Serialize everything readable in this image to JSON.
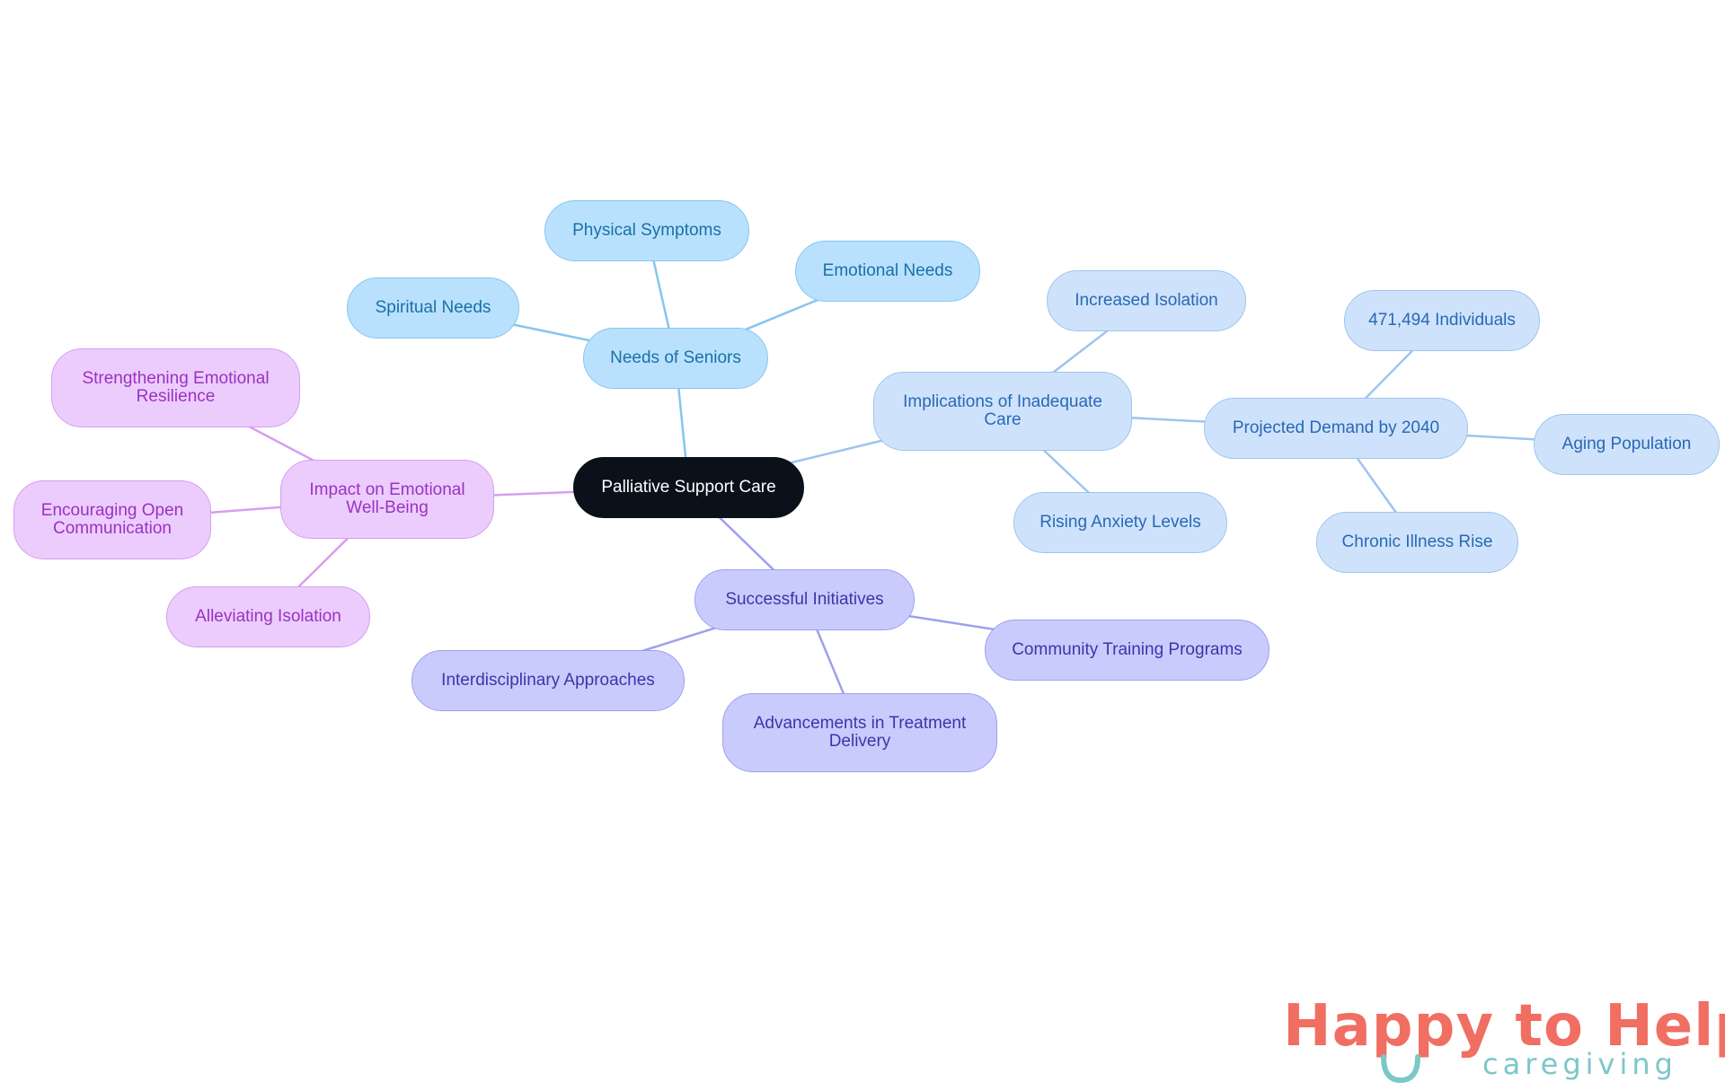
{
  "root": {
    "id": "root",
    "label": "Palliative Support Care"
  },
  "branches": [
    {
      "id": "needs",
      "label": "Needs of Seniors",
      "color": "#86c6ee",
      "children": [
        {
          "id": "physical",
          "label": "Physical Symptoms"
        },
        {
          "id": "emotional",
          "label": "Emotional Needs"
        },
        {
          "id": "spiritual",
          "label": "Spiritual Needs"
        }
      ]
    },
    {
      "id": "implications",
      "label": "Implications of Inadequate Care",
      "color": "#9ec4ee",
      "children": [
        {
          "id": "isolation",
          "label": "Increased Isolation"
        },
        {
          "id": "anxiety",
          "label": "Rising Anxiety Levels"
        },
        {
          "id": "demand",
          "label": "Projected Demand by 2040",
          "children": [
            {
              "id": "individuals",
              "label": "471,494 Individuals"
            },
            {
              "id": "aging",
              "label": "Aging Population"
            },
            {
              "id": "chronic",
              "label": "Chronic Illness Rise"
            }
          ]
        }
      ]
    },
    {
      "id": "initiatives",
      "label": "Successful Initiatives",
      "color": "#9da0ee",
      "children": [
        {
          "id": "community",
          "label": "Community Training Programs"
        },
        {
          "id": "advancements",
          "label": "Advancements in Treatment Delivery"
        },
        {
          "id": "interdisciplinary",
          "label": "Interdisciplinary Approaches"
        }
      ]
    },
    {
      "id": "impact",
      "label": "Impact on Emotional Well-Being",
      "color": "#d69ef0",
      "children": [
        {
          "id": "resilience",
          "label": "Strengthening Emotional Resilience"
        },
        {
          "id": "communication",
          "label": "Encouraging Open Communication"
        },
        {
          "id": "alleviating",
          "label": "Alleviating Isolation"
        }
      ]
    }
  ],
  "logo": {
    "title": "Happy to Help",
    "subtitle": "caregiving",
    "primary_color": "#f06e62",
    "accent_color": "#7cc7c8"
  }
}
